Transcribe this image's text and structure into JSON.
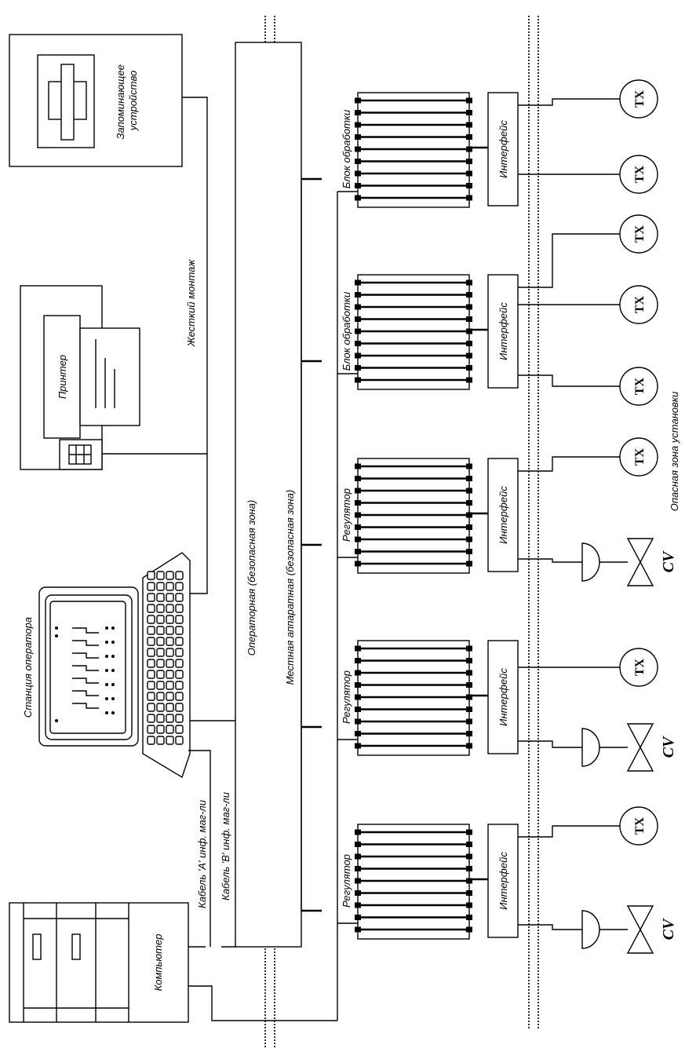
{
  "labels": {
    "operator_station": "Станция оператора",
    "storage": "Запоминающее устройство",
    "printer": "Принтер",
    "computer": "Компьютер",
    "hard_wiring": "Жесткий монтаж",
    "cable_a": "Кабель 'A' инф. маг-ли",
    "cable_b": "Кабель 'B' инф. маг-ли",
    "operator_zone": "Операторная (безопасная зона)",
    "local_zone": "Местная аппаратная (безопасная зона)",
    "hazard_zone": "Опасная зона установки"
  },
  "modules": [
    {
      "type": "Блок обработки",
      "interface": "Интерфейс",
      "devices": [
        "TX",
        "TX"
      ]
    },
    {
      "type": "Блок обработки",
      "interface": "Интерфейс",
      "devices": [
        "TX",
        "TX",
        "TX"
      ]
    },
    {
      "type": "Регулятор",
      "interface": "Интерфейс",
      "devices": [
        "TX",
        "CV"
      ]
    },
    {
      "type": "Регулятор",
      "interface": "Интерфейс",
      "devices": [
        "TX",
        "CV"
      ]
    },
    {
      "type": "Регулятор",
      "interface": "Интерфейс",
      "devices": [
        "TX",
        "CV"
      ]
    }
  ]
}
